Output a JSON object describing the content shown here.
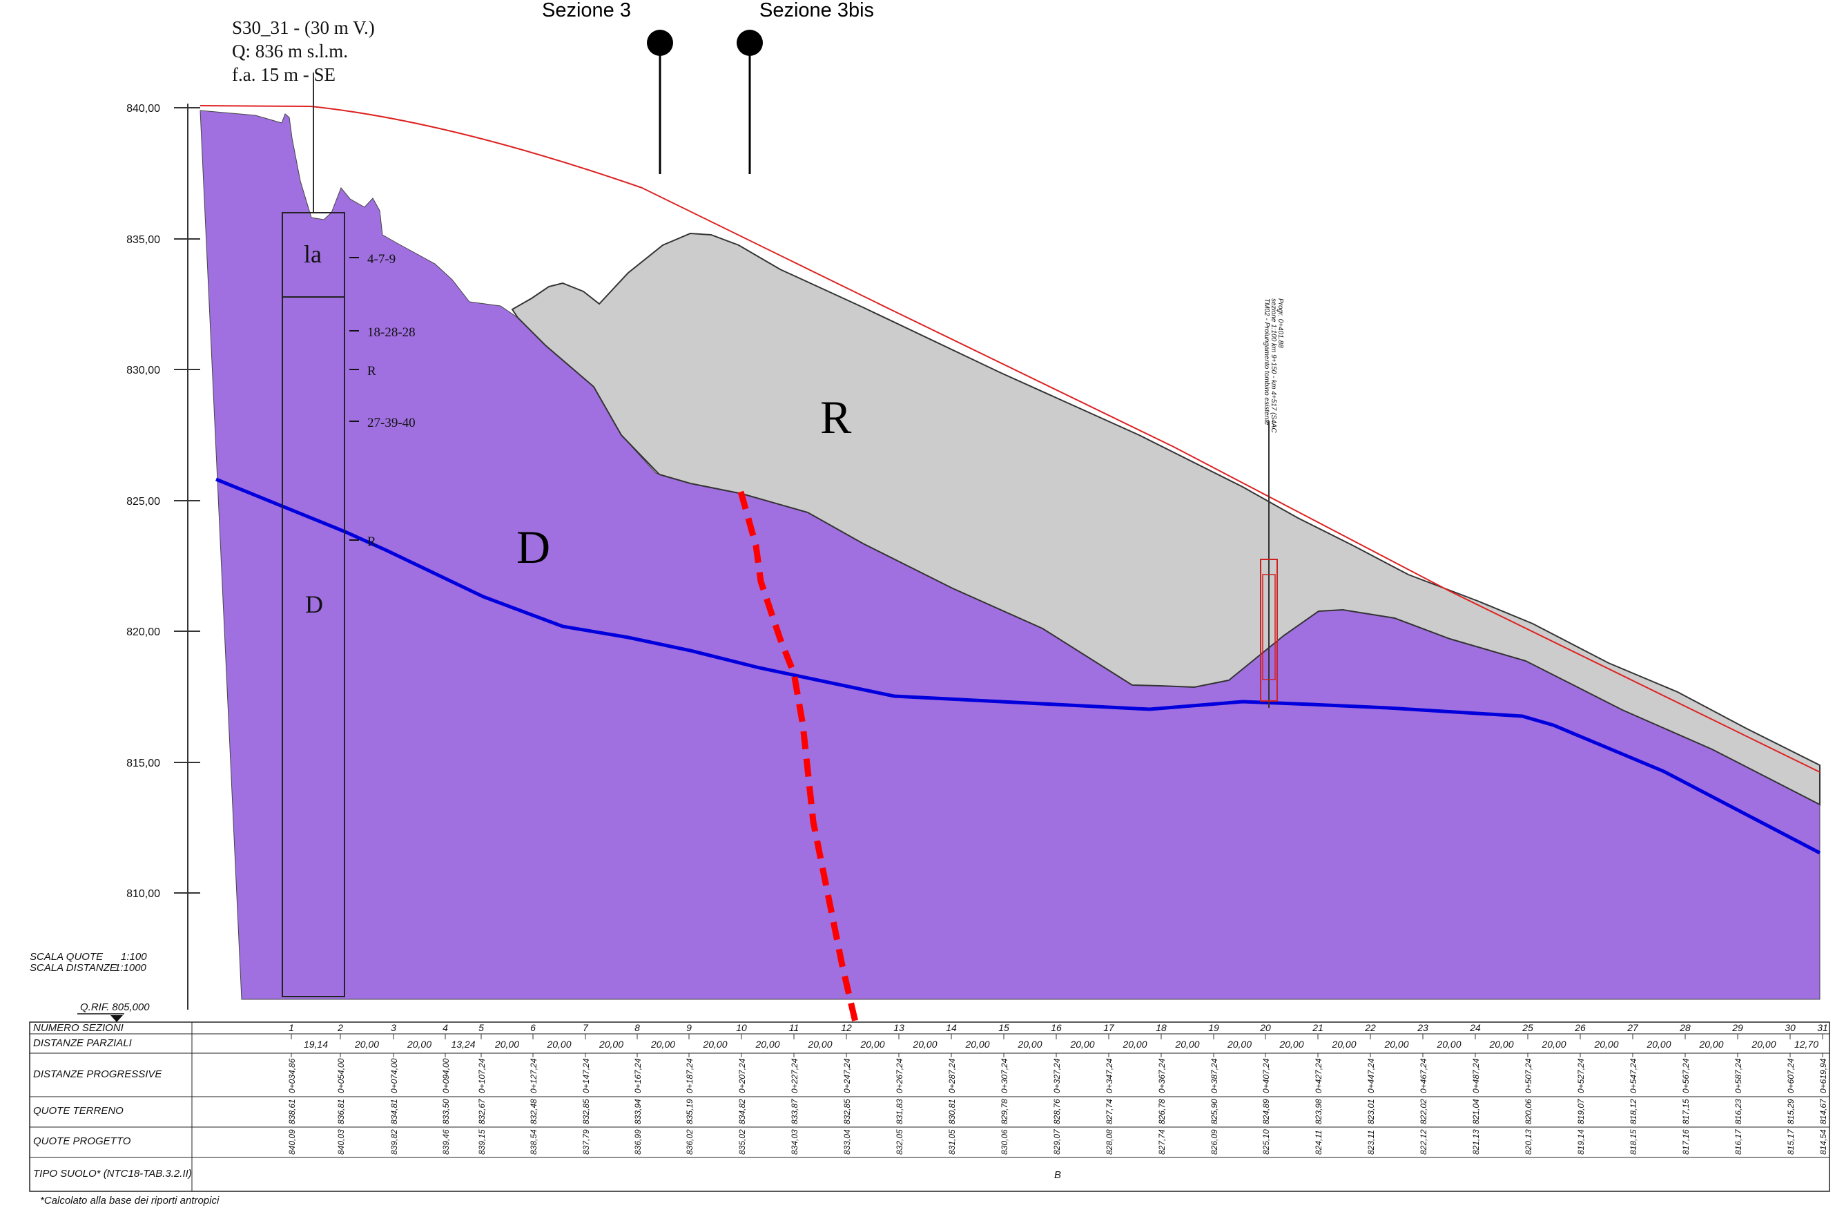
{
  "borehole": {
    "name": "S30_31 - (30 m V.)",
    "q": "Q: 836 m s.l.m.",
    "fa": "f.a. 15 m - SE",
    "layers": [
      "la",
      "D"
    ],
    "spt": [
      "4-7-9",
      "18-28-28",
      "R",
      "27-39-40",
      "R"
    ]
  },
  "sections": [
    "Sezione 3",
    "Sezione 3bis"
  ],
  "zones": {
    "R": "R",
    "D": "D"
  },
  "tm_label": [
    "TM02 - Prolungamento tombino esistente",
    "sezione 1:100 km 9+150 - km 4+517 (S4AC",
    "Progr. 0+401.88"
  ],
  "y_axis": {
    "ticks": [
      "840,00",
      "835,00",
      "830,00",
      "825,00",
      "820,00",
      "815,00",
      "810,00"
    ]
  },
  "scale": {
    "quote": "SCALA QUOTE",
    "quote_val": "1:100",
    "dist": "SCALA DISTANZE",
    "dist_val": "1:1000"
  },
  "qrif": "Q.RIF. 805,000",
  "table": {
    "row_labels": [
      "NUMERO SEZIONI",
      "DISTANZE PARZIALI",
      "DISTANZE PROGRESSIVE",
      "QUOTE TERRENO",
      "QUOTE PROGETTO",
      "TIPO SUOLO* (NTC18-TAB.3.2.II)"
    ],
    "sections": [
      "1",
      "2",
      "3",
      "4",
      "5",
      "6",
      "7",
      "8",
      "9",
      "10",
      "11",
      "12",
      "13",
      "14",
      "15",
      "16",
      "17",
      "18",
      "19",
      "20",
      "21",
      "22",
      "23",
      "24",
      "25",
      "26",
      "27",
      "28",
      "29",
      "30",
      "31"
    ],
    "partials": [
      "19,14",
      "20,00",
      "20,00",
      "13,24",
      "20,00",
      "20,00",
      "20,00",
      "20,00",
      "20,00",
      "20,00",
      "20,00",
      "20,00",
      "20,00",
      "20,00",
      "20,00",
      "20,00",
      "20,00",
      "20,00",
      "20,00",
      "20,00",
      "20,00",
      "20,00",
      "20,00",
      "20,00",
      "20,00",
      "20,00",
      "20,00",
      "20,00",
      "20,00",
      "12,70"
    ],
    "progressive": [
      "0+034,86",
      "0+054,00",
      "0+074,00",
      "0+094,00",
      "0+107,24",
      "0+127,24",
      "0+147,24",
      "0+167,24",
      "0+187,24",
      "0+207,24",
      "0+227,24",
      "0+247,24",
      "0+267,24",
      "0+287,24",
      "0+307,24",
      "0+327,24",
      "0+347,24",
      "0+367,24",
      "0+387,24",
      "0+407,24",
      "0+427,24",
      "0+447,24",
      "0+467,24",
      "0+487,24",
      "0+507,24",
      "0+527,24",
      "0+547,24",
      "0+567,24",
      "0+587,24",
      "0+607,24",
      "0+619,94"
    ],
    "terrain": [
      "838,61",
      "836,81",
      "834,81",
      "833,50",
      "832,67",
      "832,48",
      "832,85",
      "833,94",
      "835,19",
      "834,82",
      "833,87",
      "832,85",
      "831,83",
      "830,81",
      "829,78",
      "828,76",
      "827,74",
      "826,78",
      "825,90",
      "824,89",
      "823,98",
      "823,01",
      "822,02",
      "821,04",
      "820,06",
      "819,07",
      "818,12",
      "817,15",
      "816,23",
      "815,29",
      "814,67"
    ],
    "project": [
      "840,09",
      "840,03",
      "839,82",
      "839,46",
      "839,15",
      "838,54",
      "837,79",
      "836,99",
      "836,02",
      "835,02",
      "834,03",
      "833,04",
      "832,05",
      "831,05",
      "830,06",
      "829,07",
      "828,08",
      "827,74",
      "826,09",
      "825,10",
      "824,11",
      "823,11",
      "822,12",
      "821,13",
      "820,13",
      "819,14",
      "818,15",
      "817,16",
      "816,17",
      "815,17",
      "814,54"
    ],
    "soil": "B"
  },
  "footnote": "*Calcolato alla base dei riporti antropici",
  "colors": {
    "purple": "#a070e0",
    "grey": "#cccccc",
    "blue": "#0000dd",
    "red_dash": "#ff0000",
    "red_line": "#dd2222"
  }
}
